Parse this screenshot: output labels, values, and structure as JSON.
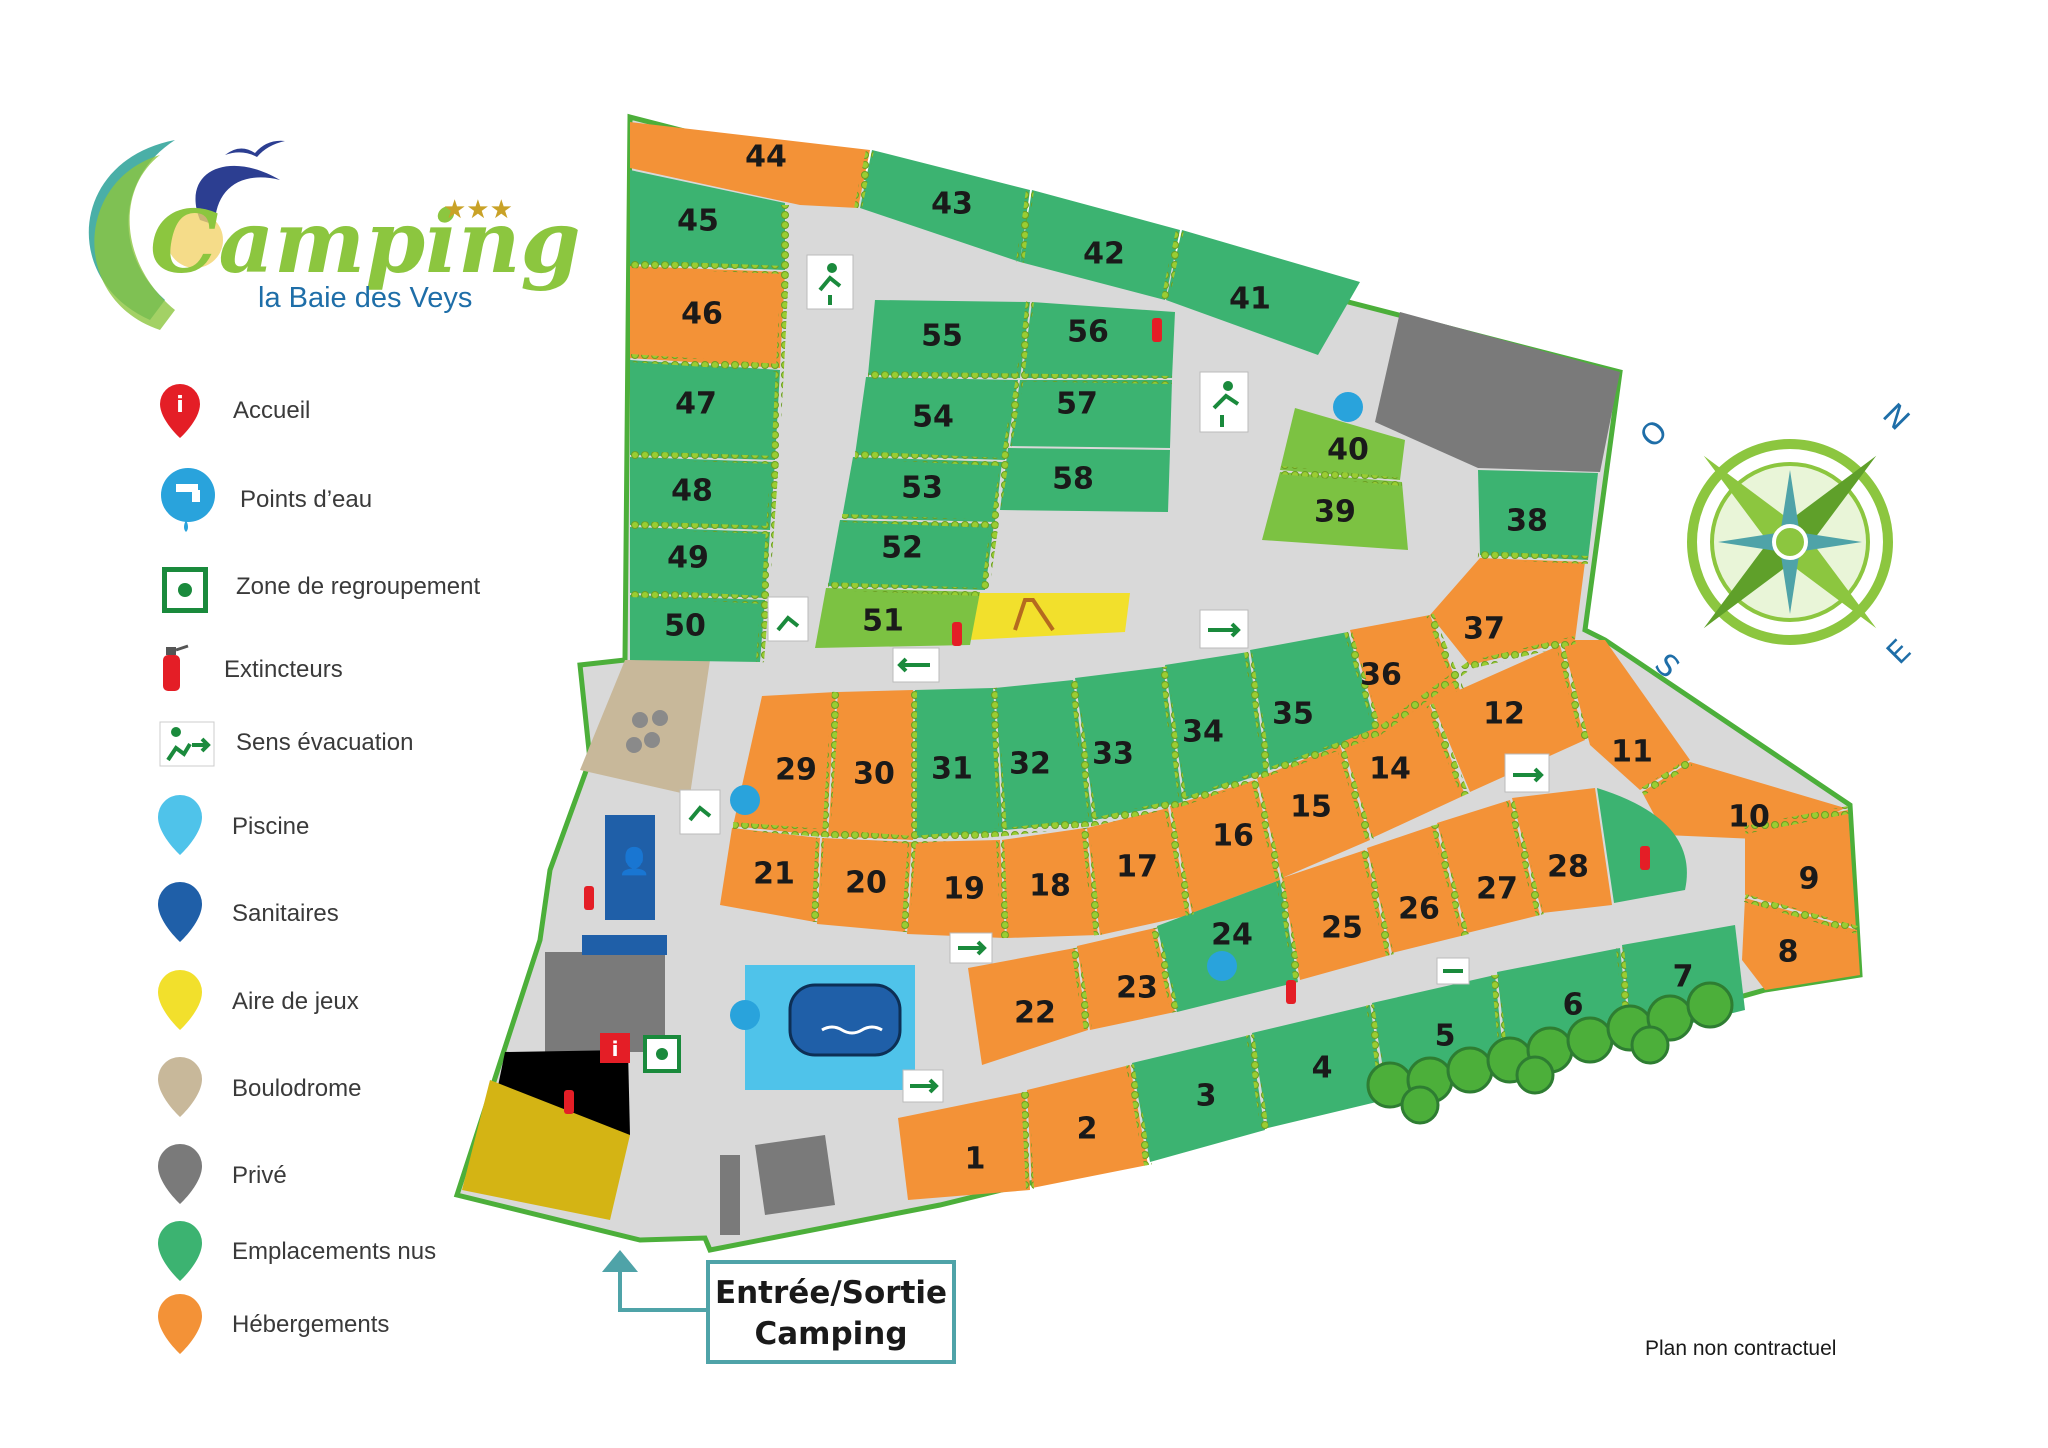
{
  "logo": {
    "title": "Camping",
    "subtitle": "la Baie des Veys",
    "stars": "★★★"
  },
  "legend": [
    {
      "label": "Accueil",
      "icon": "info-pin-icon",
      "color": "#e41e26"
    },
    {
      "label": "Points d’eau",
      "icon": "water-tap-icon",
      "color": "#29a3dc"
    },
    {
      "label": "Zone de regroupement",
      "icon": "assembly-point-icon",
      "color": "#1a8a3c"
    },
    {
      "label": "Extincteurs",
      "icon": "fire-extinguisher-icon",
      "color": "#e41e26"
    },
    {
      "label": "Sens évacuation",
      "icon": "evacuation-arrow-icon",
      "color": "#1a8a3c"
    },
    {
      "label": "Piscine",
      "icon": "pin-icon",
      "color": "#4fc3ea"
    },
    {
      "label": "Sanitaires",
      "icon": "pin-icon",
      "color": "#1f5fa8"
    },
    {
      "label": "Aire de jeux",
      "icon": "pin-icon",
      "color": "#f2e02c"
    },
    {
      "label": "Boulodrome",
      "icon": "pin-icon",
      "color": "#c8b89a"
    },
    {
      "label": "Privé",
      "icon": "pin-icon",
      "color": "#7a7a7a"
    },
    {
      "label": "Emplacements nus",
      "icon": "pin-icon",
      "color": "#3cb371"
    },
    {
      "label": "Hébergements",
      "icon": "pin-icon",
      "color": "#f39237"
    }
  ],
  "colors": {
    "orange": "#f39237",
    "green": "#3cb371",
    "lime": "#7cc242",
    "road": "#d9d9d9",
    "border": "#4caf3a"
  },
  "lots": {
    "l1": "1",
    "l2": "2",
    "l3": "3",
    "l4": "4",
    "l5": "5",
    "l6": "6",
    "l7": "7",
    "l8": "8",
    "l9": "9",
    "l10": "10",
    "l11": "11",
    "l12": "12",
    "l14": "14",
    "l15": "15",
    "l16": "16",
    "l17": "17",
    "l18": "18",
    "l19": "19",
    "l20": "20",
    "l21": "21",
    "l22": "22",
    "l23": "23",
    "l24": "24",
    "l25": "25",
    "l26": "26",
    "l27": "27",
    "l28": "28",
    "l29": "29",
    "l30": "30",
    "l31": "31",
    "l32": "32",
    "l33": "33",
    "l34": "34",
    "l35": "35",
    "l36": "36",
    "l37": "37",
    "l38": "38",
    "l39": "39",
    "l40": "40",
    "l41": "41",
    "l42": "42",
    "l43": "43",
    "l44": "44",
    "l45": "45",
    "l46": "46",
    "l47": "47",
    "l48": "48",
    "l49": "49",
    "l50": "50",
    "l51": "51",
    "l52": "52",
    "l53": "53",
    "l54": "54",
    "l55": "55",
    "l56": "56",
    "l57": "57",
    "l58": "58"
  },
  "compass": {
    "n": "N",
    "e": "E",
    "s": "S",
    "o": "O"
  },
  "entry": {
    "line1": "Entrée/Sortie",
    "line2": "Camping"
  },
  "footer": "Plan non contractuel"
}
